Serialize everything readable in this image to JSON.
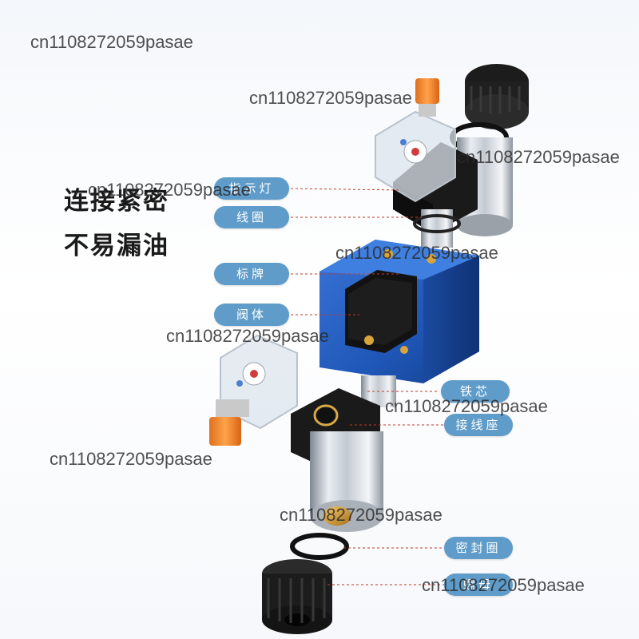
{
  "headline": {
    "line1": "连接紧密",
    "line2": "不易漏油"
  },
  "labels": {
    "indicator_light": "指示灯",
    "coil": "线圈",
    "nameplate": "标牌",
    "valve_body": "阀体",
    "iron_core": "铁芯",
    "terminal_block": "接线座",
    "seal_ring": "密封圈",
    "nut": "螺母"
  },
  "watermark": "cn1108272059pasae",
  "colors": {
    "label_bg": "#5f9cc9",
    "valve_blue": "#1f57b8",
    "leader_line": "#c0392b"
  }
}
